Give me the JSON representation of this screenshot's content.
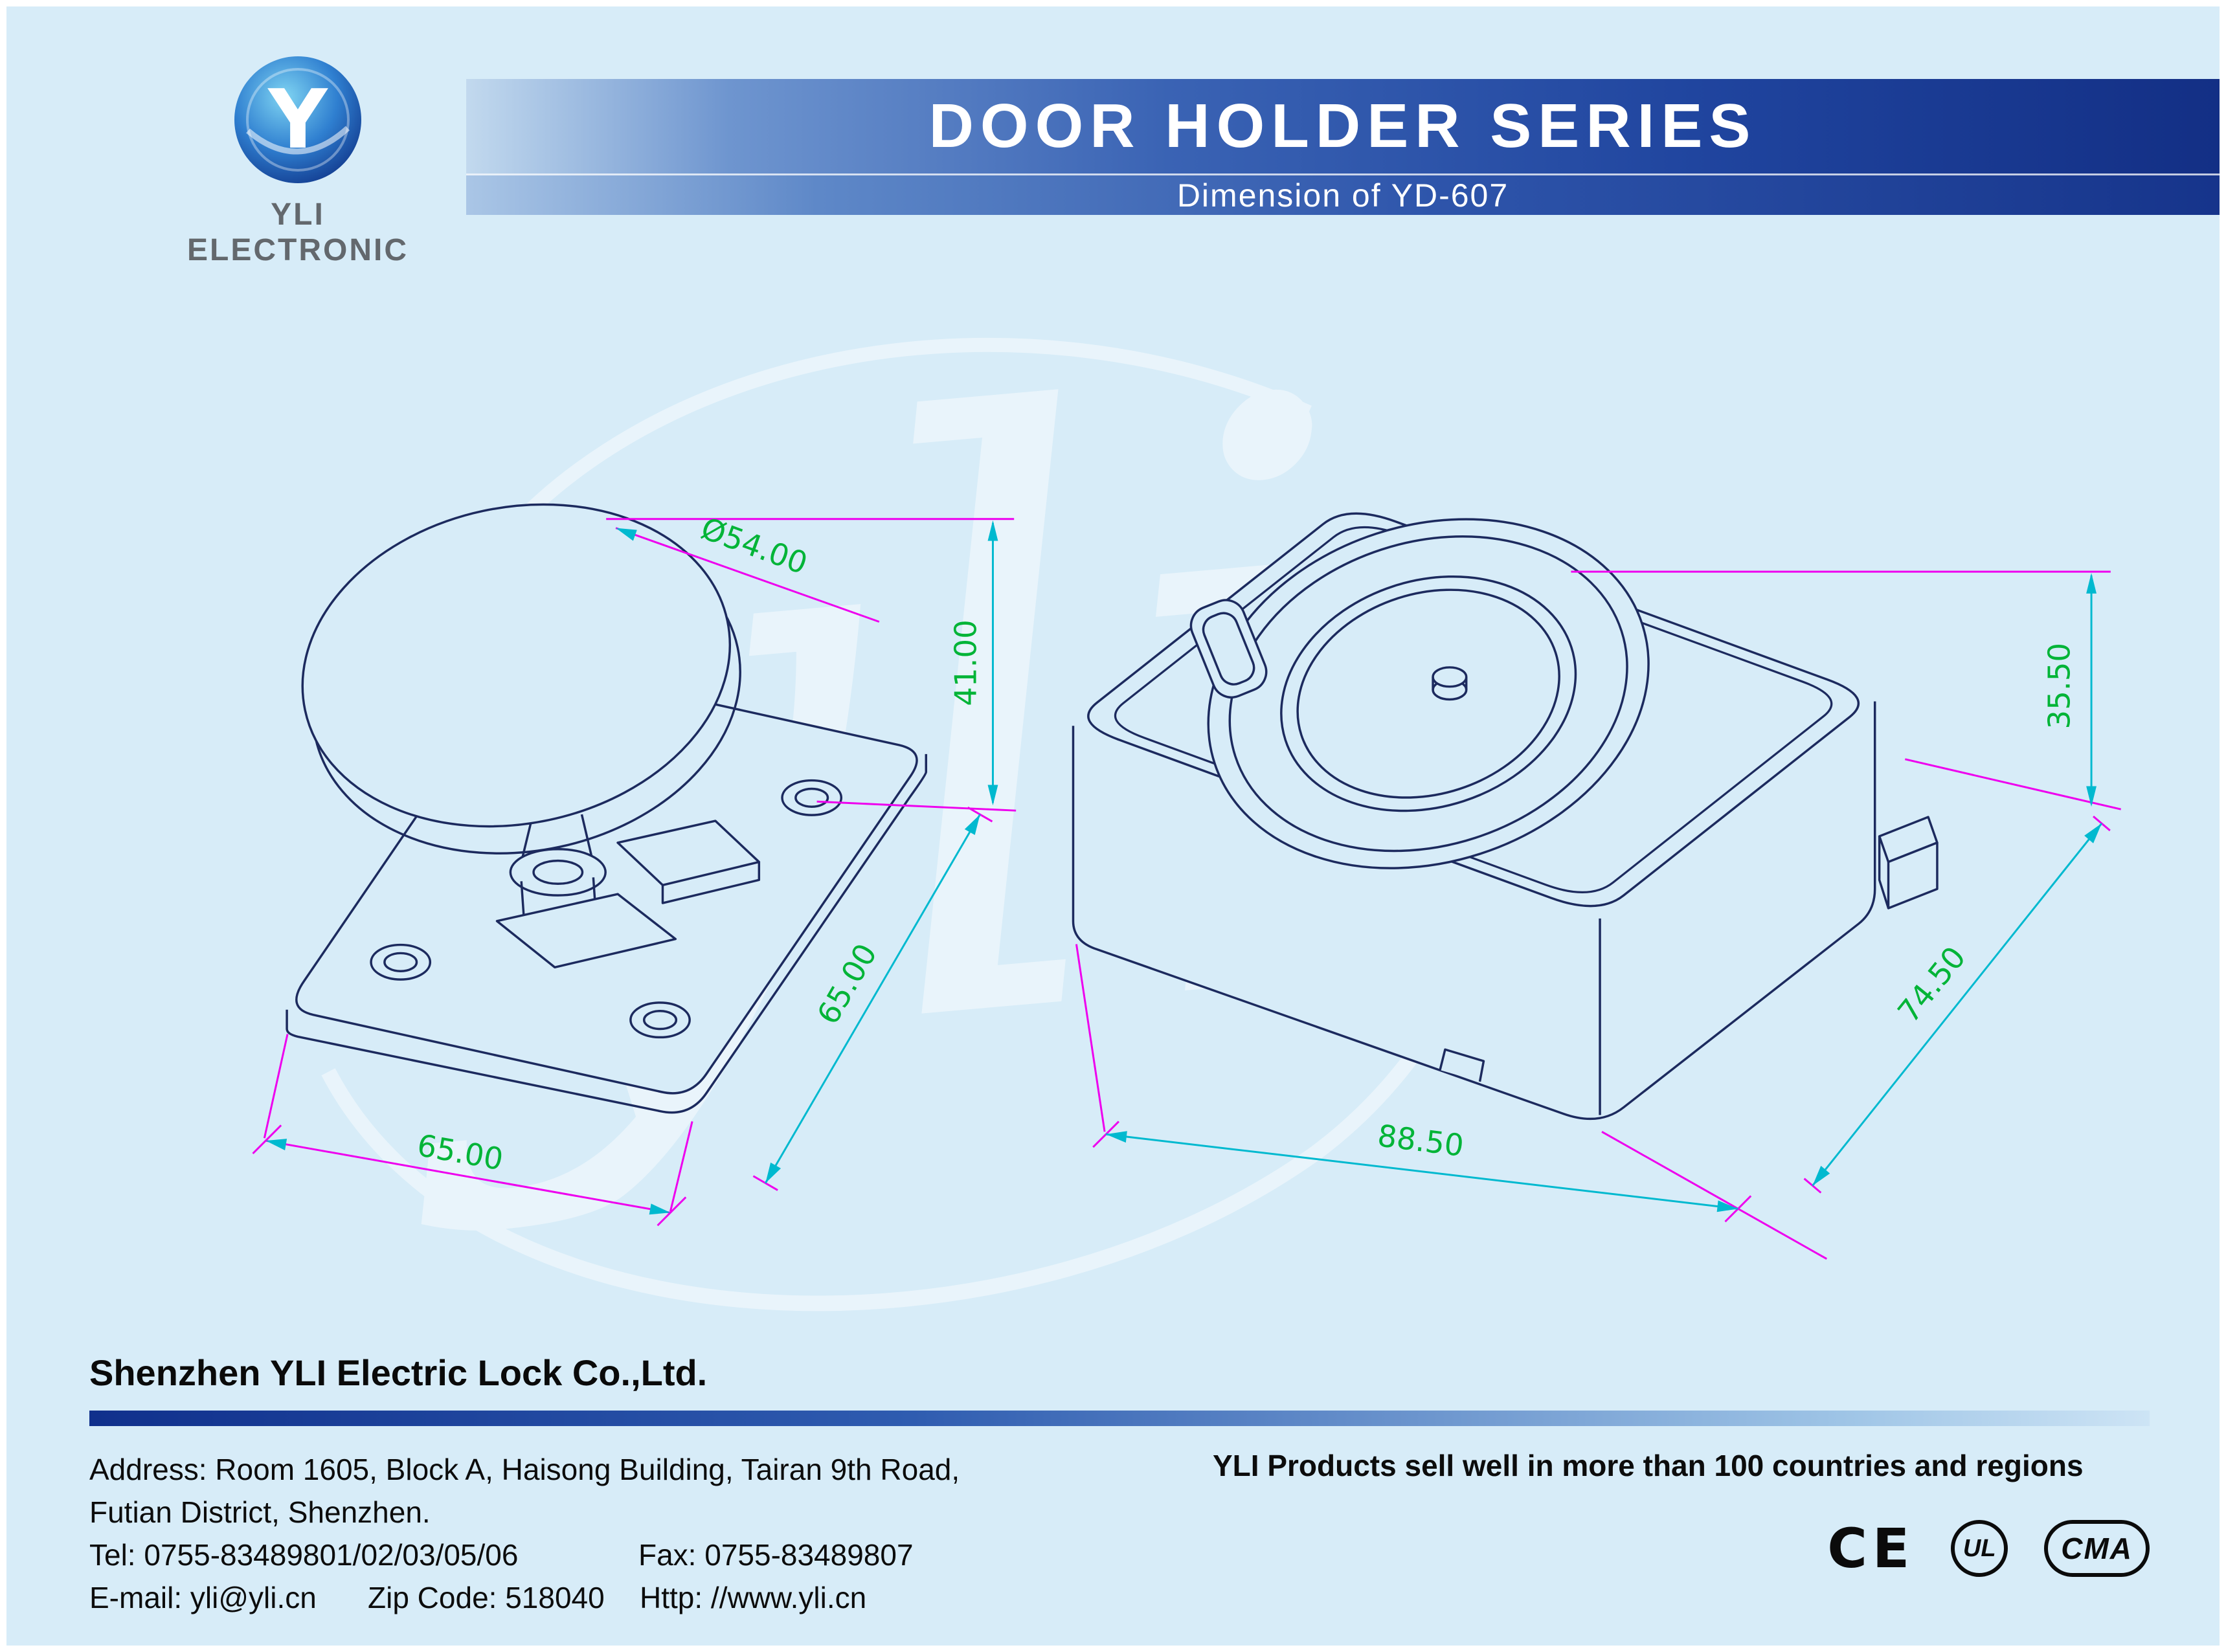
{
  "page": {
    "background": "#d7ecf8"
  },
  "header": {
    "logo": {
      "symbol": "Y",
      "caption": "YLI ELECTRONIC"
    },
    "banner": {
      "title": "DOOR HOLDER SERIES",
      "subtitle": "Dimension of YD-607"
    }
  },
  "drawing": {
    "watermark": "yli",
    "colors": {
      "outline": "#1c2a5e",
      "extension_line": "#ee00ee",
      "dimension_line": "#00b9cf",
      "dimension_text": "#00b437"
    },
    "left_view": {
      "dims": {
        "pad_diameter": "Ø54.00",
        "overall_height": "41.00",
        "plate_width": "65.00",
        "plate_depth": "65.00"
      }
    },
    "right_view": {
      "dims": {
        "body_height": "35.50",
        "body_depth": "74.50",
        "body_width": "88.50"
      }
    }
  },
  "footer": {
    "company": "Shenzhen YLI Electric Lock Co.,Ltd.",
    "address_line1": "Address: Room 1605, Block A, Haisong Building, Tairan 9th Road,",
    "address_line2": "Futian District, Shenzhen.",
    "tel": "Tel: 0755-83489801/02/03/05/06",
    "fax": "Fax: 0755-83489807",
    "email": "E-mail: yli@yli.cn",
    "zip": "Zip Code: 518040",
    "web": "Http: //www.yli.cn",
    "slogan": "YLI Products sell well in more than 100 countries and regions",
    "certifications": [
      "CE",
      "UL",
      "CMA"
    ]
  }
}
